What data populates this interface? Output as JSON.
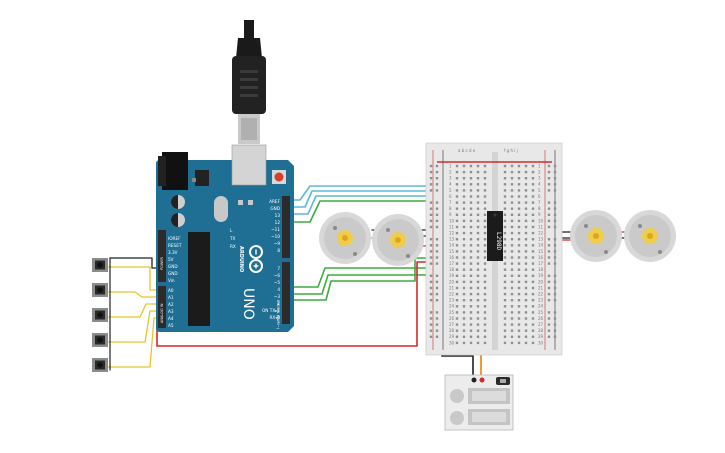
{
  "board": {
    "name": "Arduino UNO",
    "brand": "ARDUINO",
    "model": "UNO",
    "pin_labels_power": [
      "IOREF",
      "RESET",
      "3.3V",
      "5V",
      "GND",
      "GND",
      "Vin"
    ],
    "pin_labels_analog": [
      "A0",
      "A1",
      "A2",
      "A3",
      "A4",
      "A5"
    ],
    "pin_labels_digital_top": [
      "AREF",
      "GND",
      "13",
      "12",
      "~11",
      "~10",
      "~9",
      "8"
    ],
    "pin_labels_digital_bottom": [
      "7",
      "~6",
      "~5",
      "4",
      "~3",
      "2",
      "TX▸1",
      "RX◂0"
    ],
    "side_labels": [
      "ANALOG IN",
      "POWER",
      "DIGITAL (PWM~)"
    ],
    "led_labels": [
      "L",
      "TX",
      "RX",
      "ON"
    ]
  },
  "driver_chip": {
    "label": "L298D"
  },
  "breadboard": {
    "column_letters_left": "a b c d e",
    "column_letters_right": "f g h i j",
    "row_numbers": [
      "1",
      "2",
      "3",
      "4",
      "5",
      "6",
      "7",
      "8",
      "9",
      "10",
      "11",
      "12",
      "13",
      "14",
      "15",
      "16",
      "17",
      "18",
      "19",
      "20",
      "21",
      "22",
      "23",
      "24",
      "25",
      "26",
      "27",
      "28",
      "29",
      "30"
    ]
  },
  "components": {
    "motors": [
      "motor-1",
      "motor-2",
      "motor-3",
      "motor-4"
    ],
    "push_buttons": 5,
    "battery_pack": "battery-holder"
  },
  "colors": {
    "board_blue": "#1f6e93",
    "wire_cyan": "#5bb8d6",
    "wire_green": "#3dab3f",
    "wire_yellow": "#e6c42a",
    "wire_red": "#d42a2a",
    "wire_black": "#222222",
    "wire_orange": "#f08c1a",
    "motor_yellow": "#f1cc4a"
  }
}
